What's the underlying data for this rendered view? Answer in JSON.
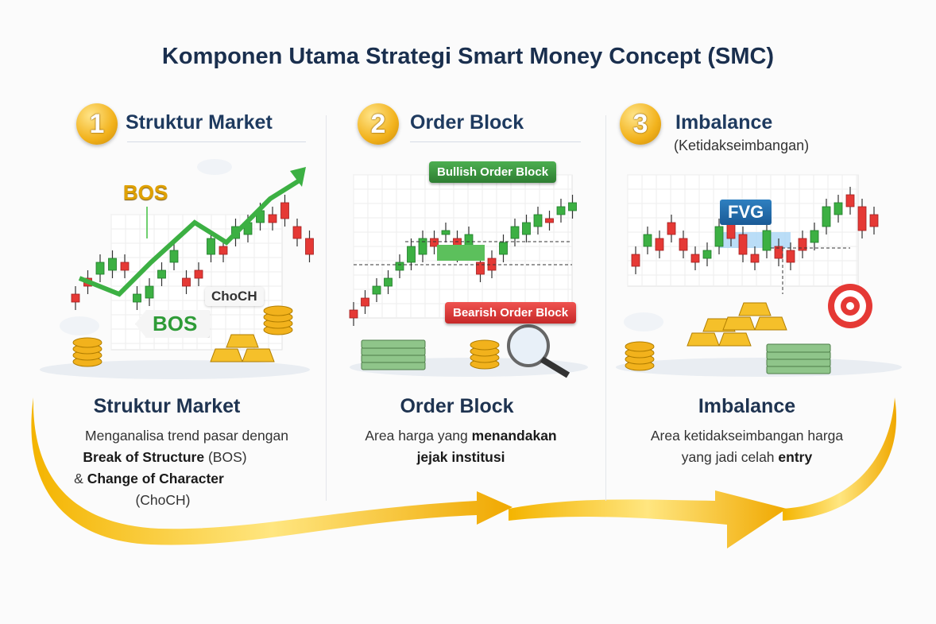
{
  "title": "Komponen Utama Strategi Smart Money Concept (SMC)",
  "colors": {
    "gold": "#f2b21c",
    "bull": "#3cb043",
    "bear": "#e53935",
    "navy": "#1e3a5f"
  },
  "columns": [
    {
      "number": "1",
      "header": "Struktur Market",
      "card_title": "Struktur Market",
      "desc": {
        "line1": "Menganalisa trend pasar dengan",
        "line2_bold": "Break of Structure",
        "line2_rest": " (BOS)",
        "line3_pre": "& ",
        "line3_bold": "Change of Character",
        "line4": "(ChoCH)"
      },
      "labels": {
        "bos_top": "BOS",
        "bos_bottom": "BOS",
        "choch": "ChoCH"
      }
    },
    {
      "number": "2",
      "header": "Order Block",
      "card_title": "Order Block",
      "desc": {
        "line1_pre": "Area harga yang ",
        "line1_bold": "menandakan",
        "line2_bold": "jejak institusi"
      },
      "labels": {
        "bullish": "Bullish Order Block",
        "bearish": "Bearish Order Block"
      }
    },
    {
      "number": "3",
      "header": "Imbalance",
      "header_sub": "(Ketidakseimbangan)",
      "card_title": "Imbalance",
      "desc": {
        "line1": "Area ketidakseimbangan harga",
        "line2_pre": "yang jadi celah ",
        "line2_bold": "entry"
      },
      "labels": {
        "fvg": "FVG"
      }
    }
  ]
}
